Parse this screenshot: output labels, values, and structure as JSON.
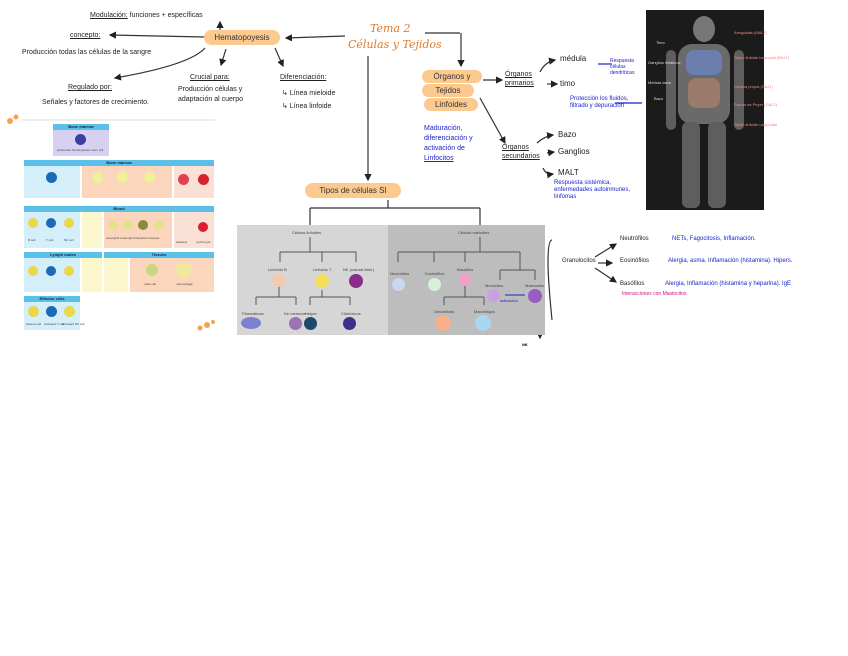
{
  "theme": {
    "title_line1": "Tema 2",
    "title_line2": "Células y Tejidos",
    "accent": "#e07a2a",
    "pill": "#fcc98f",
    "ink_blue": "#1c22c8",
    "ink_pink": "#c8127a"
  },
  "hematopoyesis": {
    "label": "Hematopoyesis",
    "modulacion": "Modulación:",
    "modulacion_text": "funciones + específicas",
    "concepto": "concepto:",
    "concepto_text": "Producción todas las células de la sangre",
    "regulado": "Regulado por:",
    "regulado_text": "Señales y factores de crecimiento.",
    "crucial": "Crucial para:",
    "crucial_text1": "Producción células y",
    "crucial_text2": "adaptación al cuerpo",
    "diferenciacion": "Diferenciación:",
    "linea1": "↳ Línea mieloide",
    "linea2": "↳ Línea linfoide"
  },
  "organos": {
    "pill1": "Órganos y",
    "pill2": "Tejidos",
    "pill3": "Linfoides",
    "note": "Maduración, diferenciación y activación de",
    "note_u": "Linfocitos",
    "primarios": "Órganos primarios",
    "medula": "médula",
    "timo": "timo",
    "secundarios": "Órganos secundarios",
    "bazo": "Bazo",
    "ganglios": "Ganglios",
    "malt": "MALT",
    "malt_note": "Respuesta sistémica, enfermedades autoinmunes, linfomas",
    "dendriticas_note": "Respuesta células dendríticas",
    "bazo_note": "Protección los fluidos, filtrado y depuración"
  },
  "body_image": {
    "labels_left": [
      "Timo",
      "Ganglios linfáticos",
      "Médula ósea",
      "Bazo"
    ],
    "labels_right": [
      "Amígdalas (MALT)",
      "Tejido linfoide bronquial (BALT)",
      "Lámina propia (GALT)",
      "Placas de Peyer (GALT)",
      "Tejido linfoide urogenital"
    ]
  },
  "tipos": {
    "label": "Tipos de células SI",
    "linfoides": "Células linfoides",
    "mieloides": "Células mieloides",
    "linfoide_cells": [
      "Linfocito B",
      "Linfocito T",
      "NK (natural killer)"
    ],
    "b_children": [
      "Plasmáticas",
      "De memoria"
    ],
    "t_children": [
      "Helper",
      "Citotóxicos"
    ],
    "mieloide_cells": [
      "Neutrófilos",
      "Eosinófilos",
      "Basófilos",
      "Monocitos",
      "Mastocitos"
    ],
    "mono_children": [
      "Dendríticas",
      "Macrófagos"
    ],
    "activacion": "activación",
    "nk": "NK"
  },
  "granulocitos": {
    "label": "Granulocitos",
    "items": [
      {
        "name": "Neutrófilos",
        "desc": "NETs, Fagocitosis, Inflamación."
      },
      {
        "name": "Eosinófilos",
        "desc": "Alergia, asma. Inflamación (histamina). Hipers."
      },
      {
        "name": "Basófilos",
        "desc": "Alergia, Inflamación (histamina y heparina). IgE"
      }
    ],
    "pink_note": "Interacciones con Mastocitos"
  },
  "hemato_chart": {
    "bone_marrow": "Bone marrow",
    "stem": "pluripotent hematopoietic stem cell",
    "bone_marrow2": "Bone marrow",
    "blood": "Blood",
    "lymph": "Lymph nodes",
    "tissues": "Tissues",
    "effector": "Effector cells",
    "cells_blood": [
      "B cell",
      "T cell",
      "NK cell"
    ],
    "cells_effector": [
      "plasma cell",
      "activated T cell",
      "activated NK cell"
    ],
    "myeloid": [
      "neutrophil",
      "eosinophil",
      "basophil",
      "monocyte"
    ],
    "other": [
      "platelets",
      "erythrocyte",
      "mast cell",
      "macrophage"
    ]
  }
}
